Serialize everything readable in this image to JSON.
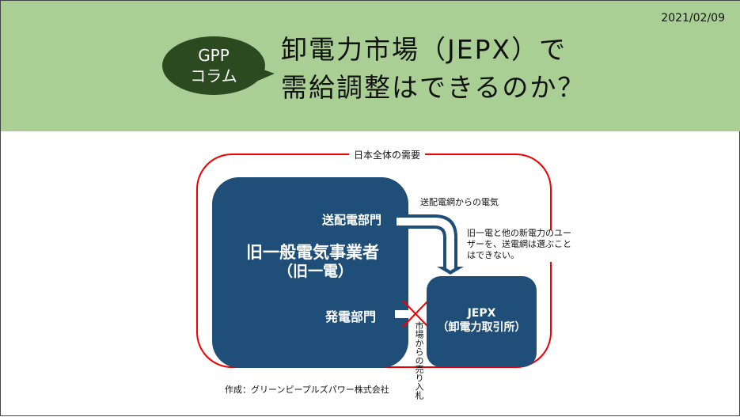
{
  "header": {
    "date": "2021/02/09",
    "badge_line1": "GPP",
    "badge_line2": "コラム",
    "title_line1": "卸電力市場（JEPX）で",
    "title_line2": "需給調整はできるのか？"
  },
  "diagram": {
    "frame_label": "日本全体の需要",
    "utility_name": "旧一般電気事業者",
    "utility_short": "（旧一電）",
    "transmission_dept": "送配電部門",
    "generation_dept": "発電部門",
    "grid_label": "送配電網からの電気",
    "note": [
      "旧一電と他の新電力のユー",
      "ザーを、送電網は選ぶこと",
      "はできない。"
    ],
    "jepx_name": "JEPX",
    "jepx_full": "（卸電力取引所）",
    "market_sale": "市場からの売り入札",
    "credit": "作成：グリーンピープルズパワー株式会社"
  },
  "colors": {
    "header_bg": "#a9cf95",
    "badge": "#2b4a1f",
    "box": "#1f4e79",
    "frame": "#e00000"
  }
}
